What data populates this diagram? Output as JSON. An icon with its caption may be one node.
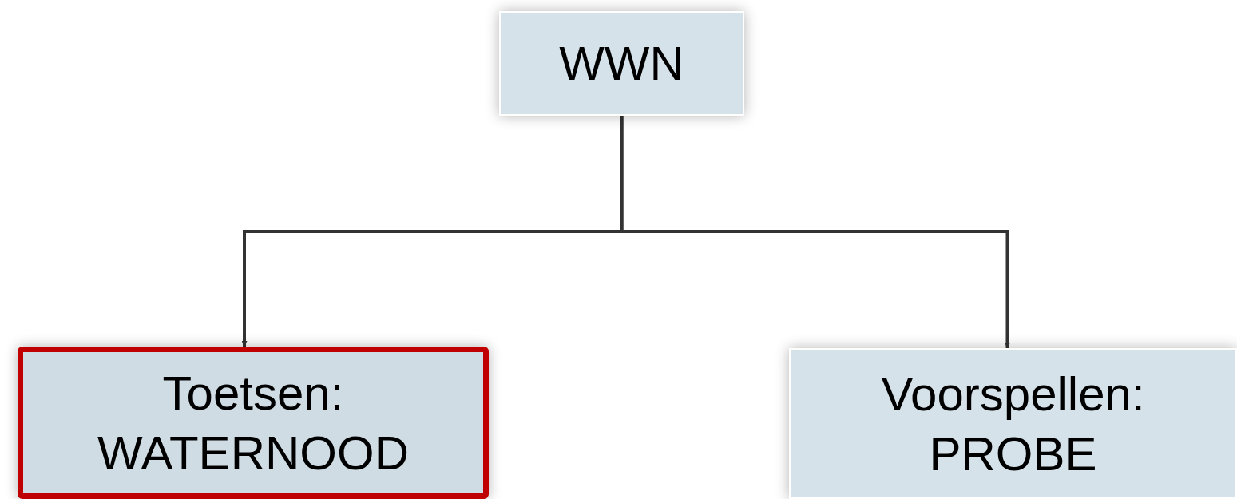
{
  "diagram": {
    "nodes": [
      {
        "text": [
          "WWN"
        ]
      },
      {
        "text": [
          "Toetsen: WATERNOOD"
        ]
      },
      {
        "text": [
          "Voorspellen: PROBE"
        ]
      }
    ],
    "edges": [
      {
        "from": 0,
        "to": 1,
        "arrow": "to"
      },
      {
        "from": 0,
        "to": 2,
        "arrow": "to"
      }
    ]
  }
}
